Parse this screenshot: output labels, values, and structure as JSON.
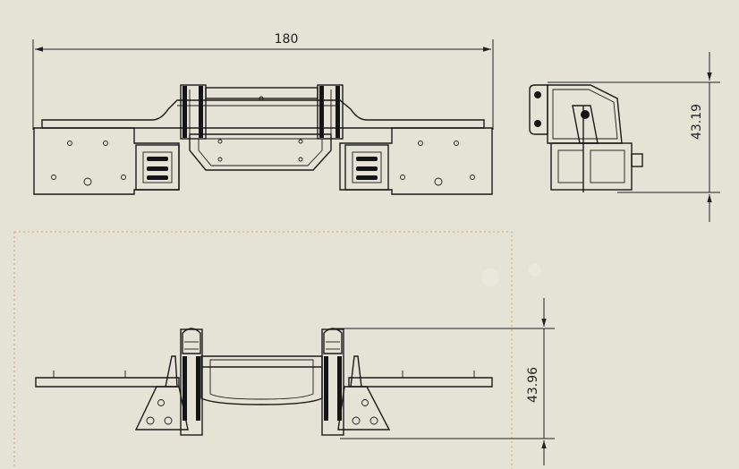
{
  "drawing": {
    "dimensions": {
      "overall_width": "180",
      "side_height": "43.19",
      "bottom_height": "43.96"
    }
  },
  "colors": {
    "background": "#e4e3d5",
    "line": "#1a1a1a",
    "selection_border": "#e0a070"
  }
}
